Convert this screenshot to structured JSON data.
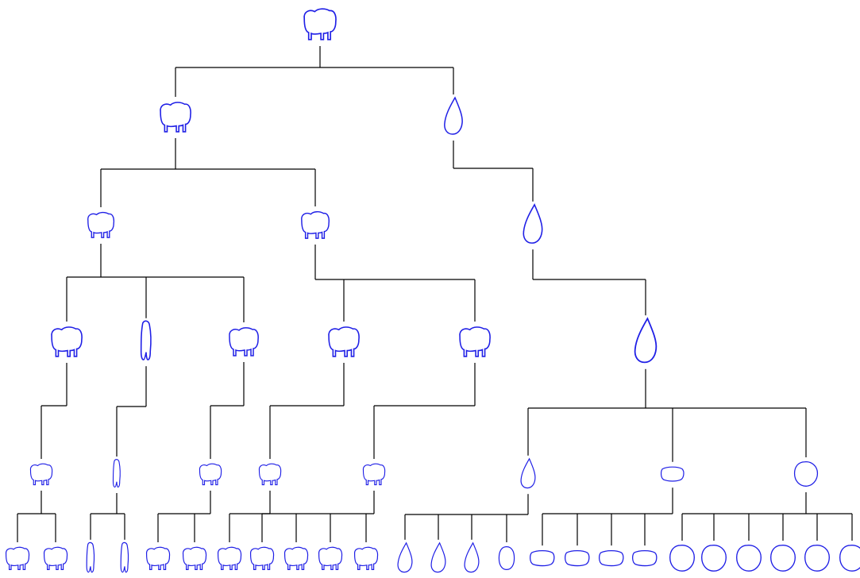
{
  "colors": {
    "edge": "#000000",
    "shape_outline": "#1f1fe6",
    "background": "#ffffff"
  },
  "shape_tree": {
    "n": "root-silhouette",
    "k": "animal",
    "c": [
      {
        "n": "quadruped-silhouette",
        "k": "animal",
        "c": [
          {
            "n": "quadruped-group-a",
            "k": "animal",
            "c": [
              {
                "n": "quadruped-a1",
                "k": "animal",
                "c": [
                  {
                    "n": "quadruped-a1a",
                    "k": "animal",
                    "c": [
                      {
                        "n": "leaf-quadruped-1",
                        "k": "animal"
                      },
                      {
                        "n": "leaf-quadruped-2",
                        "k": "animal"
                      }
                    ]
                  }
                ]
              },
              {
                "n": "standing-figure",
                "k": "tall",
                "c": [
                  {
                    "n": "standing-figure-b",
                    "k": "tall",
                    "c": [
                      {
                        "n": "leaf-standing-1",
                        "k": "tall"
                      },
                      {
                        "n": "leaf-standing-2",
                        "k": "tall"
                      }
                    ]
                  }
                ]
              },
              {
                "n": "quadruped-a3",
                "k": "animal",
                "c": [
                  {
                    "n": "quadruped-a3a",
                    "k": "animal",
                    "c": [
                      {
                        "n": "leaf-quadruped-3",
                        "k": "animal"
                      },
                      {
                        "n": "leaf-quadruped-4",
                        "k": "animal"
                      }
                    ]
                  }
                ]
              }
            ]
          },
          {
            "n": "quadruped-group-b",
            "k": "animal",
            "c": [
              {
                "n": "quadruped-b1",
                "k": "animal",
                "c": [
                  {
                    "n": "quadruped-b1a",
                    "k": "animal",
                    "c": [
                      {
                        "n": "leaf-quadruped-5",
                        "k": "animal"
                      }
                    ]
                  }
                ]
              },
              {
                "n": "quadruped-b2",
                "k": "animal",
                "c": [
                  {
                    "n": "quadruped-b2a",
                    "k": "animal",
                    "c": [
                      {
                        "n": "leaf-quadruped-6",
                        "k": "animal"
                      },
                      {
                        "n": "leaf-quadruped-7",
                        "k": "animal"
                      },
                      {
                        "n": "leaf-quadruped-8",
                        "k": "animal"
                      },
                      {
                        "n": "leaf-quadruped-9",
                        "k": "animal"
                      }
                    ]
                  }
                ]
              }
            ]
          }
        ]
      },
      {
        "n": "drop-silhouette",
        "k": "drop",
        "c": [
          {
            "n": "drop-level-2",
            "k": "drop",
            "c": [
              {
                "n": "drop-level-3",
                "k": "drop",
                "c": [
                  {
                    "n": "drop-group",
                    "k": "drop",
                    "c": [
                      {
                        "n": "leaf-drop-1",
                        "k": "drop"
                      },
                      {
                        "n": "leaf-drop-2",
                        "k": "drop"
                      },
                      {
                        "n": "leaf-drop-3",
                        "k": "drop"
                      },
                      {
                        "n": "leaf-oval-1",
                        "k": "oval"
                      }
                    ]
                  },
                  {
                    "n": "flat-oval-group",
                    "k": "flat",
                    "c": [
                      {
                        "n": "leaf-flat-1",
                        "k": "flat"
                      },
                      {
                        "n": "leaf-flat-2",
                        "k": "flat"
                      },
                      {
                        "n": "leaf-flat-3",
                        "k": "flat"
                      },
                      {
                        "n": "leaf-flat-4",
                        "k": "flat"
                      }
                    ]
                  },
                  {
                    "n": "round-group",
                    "k": "round",
                    "c": [
                      {
                        "n": "leaf-round-1",
                        "k": "round"
                      },
                      {
                        "n": "leaf-round-2",
                        "k": "round"
                      },
                      {
                        "n": "leaf-round-3",
                        "k": "round"
                      },
                      {
                        "n": "leaf-round-4",
                        "k": "round"
                      },
                      {
                        "n": "leaf-round-5",
                        "k": "round"
                      },
                      {
                        "n": "leaf-round-6",
                        "k": "round"
                      }
                    ]
                  }
                ]
              }
            ]
          }
        ]
      }
    ]
  }
}
